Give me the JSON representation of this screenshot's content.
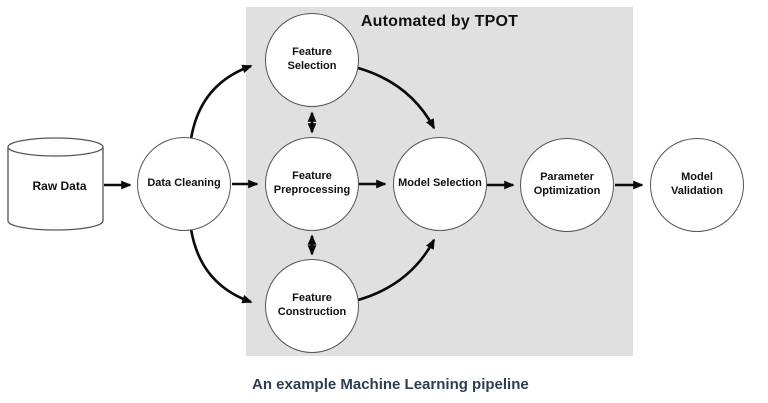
{
  "figure": {
    "caption": "An example Machine Learning pipeline"
  },
  "diagram": {
    "automation_box_title": "Automated by TPOT",
    "nodes": {
      "raw_data": {
        "label": "Raw Data",
        "shape": "cylinder"
      },
      "data_cleaning": {
        "label": "Data Cleaning",
        "shape": "circle"
      },
      "feature_selection": {
        "label": "Feature Selection",
        "shape": "circle"
      },
      "feature_preprocessing": {
        "label": "Feature Preprocessing",
        "shape": "circle"
      },
      "feature_construction": {
        "label": "Feature Construction",
        "shape": "circle"
      },
      "model_selection": {
        "label": "Model Selection",
        "shape": "circle"
      },
      "parameter_optimization": {
        "label": "Parameter Optimization",
        "shape": "circle"
      },
      "model_validation": {
        "label": "Model Validation",
        "shape": "circle"
      }
    },
    "edges": [
      {
        "from": "raw_data",
        "to": "data_cleaning",
        "direction": "single"
      },
      {
        "from": "data_cleaning",
        "to": "feature_selection",
        "direction": "single"
      },
      {
        "from": "data_cleaning",
        "to": "feature_preprocessing",
        "direction": "single"
      },
      {
        "from": "data_cleaning",
        "to": "feature_construction",
        "direction": "single"
      },
      {
        "from": "feature_selection",
        "to": "feature_preprocessing",
        "direction": "double"
      },
      {
        "from": "feature_preprocessing",
        "to": "feature_construction",
        "direction": "double"
      },
      {
        "from": "feature_selection",
        "to": "model_selection",
        "direction": "single"
      },
      {
        "from": "feature_preprocessing",
        "to": "model_selection",
        "direction": "single"
      },
      {
        "from": "feature_construction",
        "to": "model_selection",
        "direction": "single"
      },
      {
        "from": "model_selection",
        "to": "parameter_optimization",
        "direction": "single"
      },
      {
        "from": "parameter_optimization",
        "to": "model_validation",
        "direction": "single"
      }
    ],
    "colors": {
      "automation_box": "#e0e0e0",
      "node_fill": "#ffffff",
      "node_border": "#555555",
      "arrow": "#0a0a0a",
      "caption_text": "#2d3e50",
      "label_text": "#111111"
    }
  }
}
